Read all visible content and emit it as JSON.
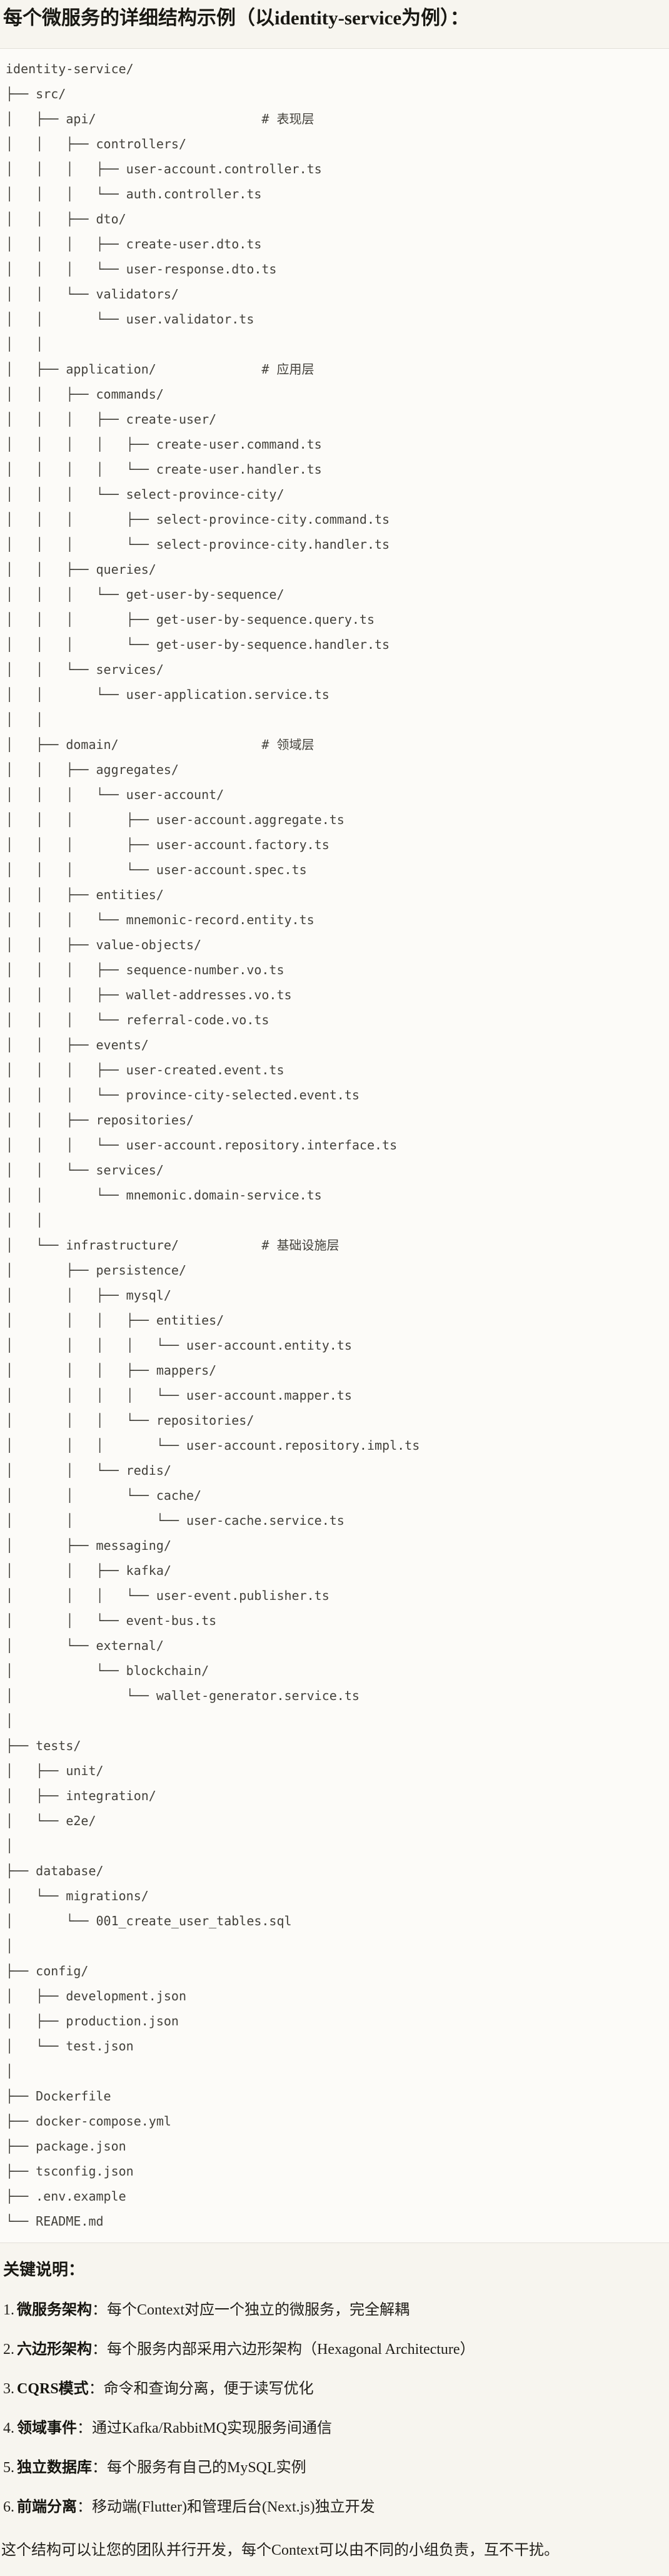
{
  "title": "每个微服务的详细结构示例（以identity-service为例）：",
  "colors": {
    "page_bg": "#F7F5EF",
    "code_bg": "#FCFBF8",
    "code_border": "#E2E0D8",
    "code_text": "#43413B",
    "heading_text": "#191813",
    "body_text": "#211F1A"
  },
  "tree": "identity-service/\n├── src/\n│   ├── api/                      # 表现层\n│   │   ├── controllers/\n│   │   │   ├── user-account.controller.ts\n│   │   │   └── auth.controller.ts\n│   │   ├── dto/\n│   │   │   ├── create-user.dto.ts\n│   │   │   └── user-response.dto.ts\n│   │   └── validators/\n│   │       └── user.validator.ts\n│   │\n│   ├── application/              # 应用层\n│   │   ├── commands/\n│   │   │   ├── create-user/\n│   │   │   │   ├── create-user.command.ts\n│   │   │   │   └── create-user.handler.ts\n│   │   │   └── select-province-city/\n│   │   │       ├── select-province-city.command.ts\n│   │   │       └── select-province-city.handler.ts\n│   │   ├── queries/\n│   │   │   └── get-user-by-sequence/\n│   │   │       ├── get-user-by-sequence.query.ts\n│   │   │       └── get-user-by-sequence.handler.ts\n│   │   └── services/\n│   │       └── user-application.service.ts\n│   │\n│   ├── domain/                   # 领域层\n│   │   ├── aggregates/\n│   │   │   └── user-account/\n│   │   │       ├── user-account.aggregate.ts\n│   │   │       ├── user-account.factory.ts\n│   │   │       └── user-account.spec.ts\n│   │   ├── entities/\n│   │   │   └── mnemonic-record.entity.ts\n│   │   ├── value-objects/\n│   │   │   ├── sequence-number.vo.ts\n│   │   │   ├── wallet-addresses.vo.ts\n│   │   │   └── referral-code.vo.ts\n│   │   ├── events/\n│   │   │   ├── user-created.event.ts\n│   │   │   └── province-city-selected.event.ts\n│   │   ├── repositories/\n│   │   │   └── user-account.repository.interface.ts\n│   │   └── services/\n│   │       └── mnemonic.domain-service.ts\n│   │\n│   └── infrastructure/           # 基础设施层\n│       ├── persistence/\n│       │   ├── mysql/\n│       │   │   ├── entities/\n│       │   │   │   └── user-account.entity.ts\n│       │   │   ├── mappers/\n│       │   │   │   └── user-account.mapper.ts\n│       │   │   └── repositories/\n│       │   │       └── user-account.repository.impl.ts\n│       │   └── redis/\n│       │       └── cache/\n│       │           └── user-cache.service.ts\n│       ├── messaging/\n│       │   ├── kafka/\n│       │   │   └── user-event.publisher.ts\n│       │   └── event-bus.ts\n│       └── external/\n│           └── blockchain/\n│               └── wallet-generator.service.ts\n│\n├── tests/\n│   ├── unit/\n│   ├── integration/\n│   └── e2e/\n│\n├── database/\n│   └── migrations/\n│       └── 001_create_user_tables.sql\n│\n├── config/\n│   ├── development.json\n│   ├── production.json\n│   └── test.json\n│\n├── Dockerfile\n├── docker-compose.yml\n├── package.json\n├── tsconfig.json\n├── .env.example\n└── README.md",
  "notes": {
    "heading": "关键说明：",
    "items": [
      {
        "num": "1.",
        "label": "微服务架构",
        "text": "：每个Context对应一个独立的微服务，完全解耦"
      },
      {
        "num": "2.",
        "label": "六边形架构",
        "text": "：每个服务内部采用六边形架构（Hexagonal Architecture）"
      },
      {
        "num": "3.",
        "label": "CQRS模式",
        "text": "：命令和查询分离，便于读写优化"
      },
      {
        "num": "4.",
        "label": "领域事件",
        "text": "：通过Kafka/RabbitMQ实现服务间通信"
      },
      {
        "num": "5.",
        "label": "独立数据库",
        "text": "：每个服务有自己的MySQL实例"
      },
      {
        "num": "6.",
        "label": "前端分离",
        "text": "：移动端(Flutter)和管理后台(Next.js)独立开发"
      }
    ],
    "footer": "这个结构可以让您的团队并行开发，每个Context可以由不同的小组负责，互不干扰。"
  }
}
